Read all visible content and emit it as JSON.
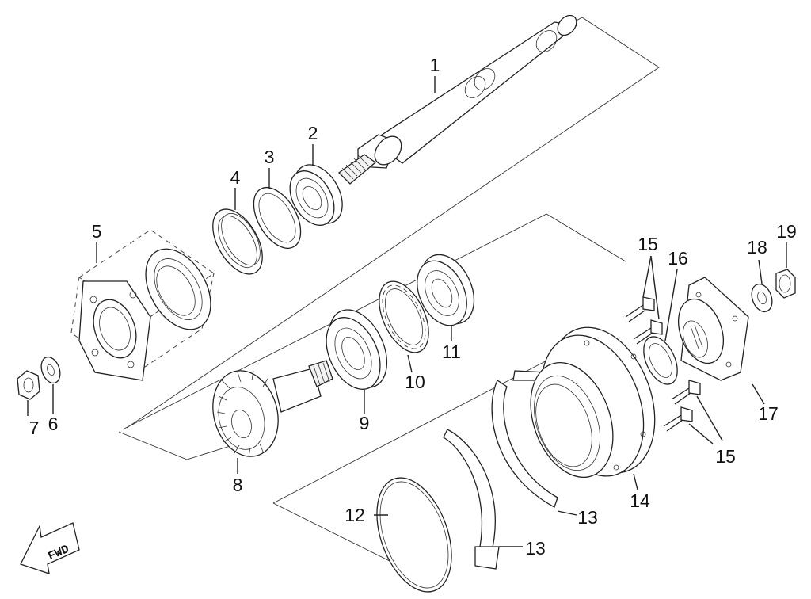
{
  "diagram": {
    "title": "Rear axle / gear case exploded parts view",
    "callouts": {
      "c1": "1",
      "c2": "2",
      "c3": "3",
      "c4": "4",
      "c5": "5",
      "c6": "6",
      "c7": "7",
      "c8": "8",
      "c9": "9",
      "c10": "10",
      "c11": "11",
      "c12": "12",
      "c13a": "13",
      "c13b": "13",
      "c14": "14",
      "c15a": "15",
      "c15b": "15",
      "c16": "16",
      "c17": "17",
      "c18": "18",
      "c19": "19"
    },
    "direction_label": "FWD"
  }
}
